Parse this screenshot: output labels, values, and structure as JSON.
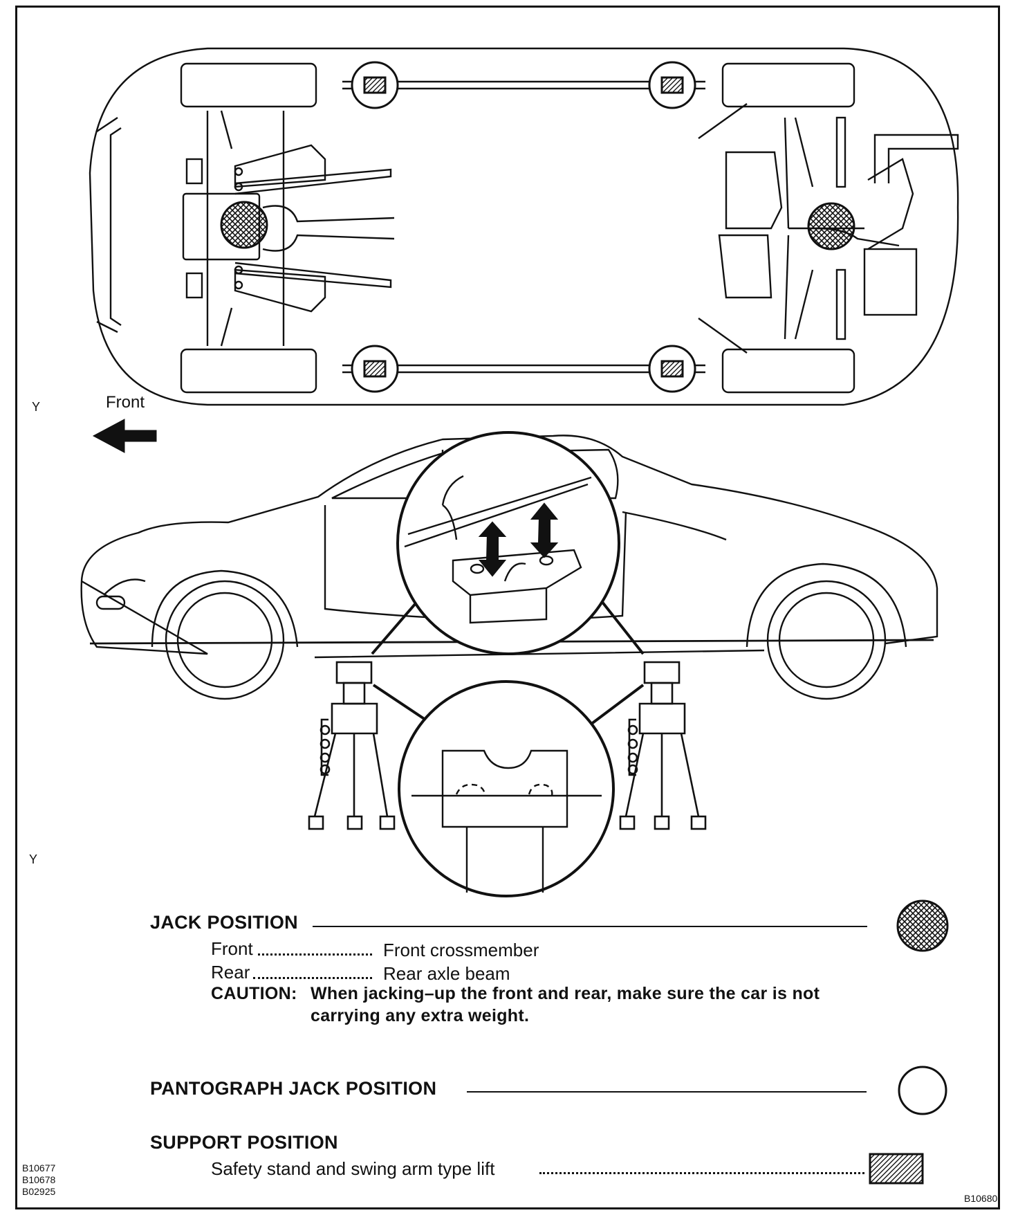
{
  "colors": {
    "ink": "#111111",
    "paper": "#ffffff"
  },
  "labels": {
    "front_label": "Front",
    "y_mark_top": "Y",
    "y_mark_bottom": "Y"
  },
  "legend": {
    "jack": {
      "title": "JACK POSITION",
      "front_label": "Front",
      "front_value": "Front crossmember",
      "rear_label": "Rear",
      "rear_value": "Rear axle beam",
      "caution_label": "CAUTION:",
      "caution_line1": "When jacking–up the front and rear, make sure the car is not",
      "caution_line2": "carrying any extra weight.",
      "symbol": "cross-hatched-circle"
    },
    "pantograph": {
      "title": "PANTOGRAPH JACK POSITION",
      "symbol": "open-circle"
    },
    "support": {
      "title": "SUPPORT POSITION",
      "item": "Safety stand and swing arm type lift",
      "symbol": "hatched-square"
    }
  },
  "figure_codes": {
    "left": [
      "B10677",
      "B10678",
      "B02925"
    ],
    "right": "B10680"
  }
}
